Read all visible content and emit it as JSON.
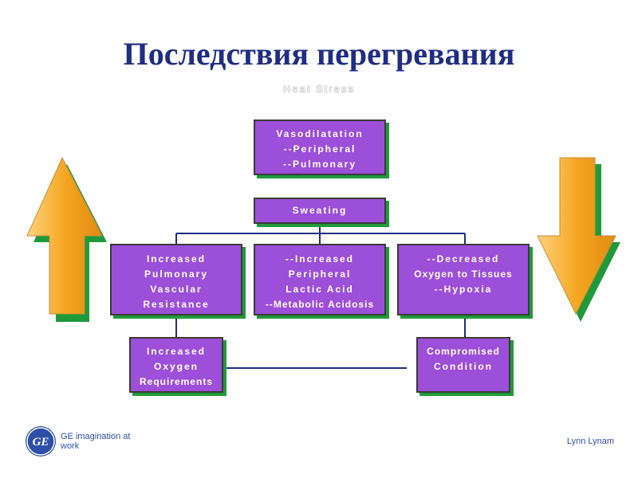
{
  "title": "Последствия перегревания",
  "subtitle": "Heat Stress",
  "nodes": {
    "vasodilatation": [
      "Vasodilatation",
      "--Peripheral",
      "--Pulmonary"
    ],
    "sweating": [
      "Sweating"
    ],
    "pulmonary": [
      "Increased",
      "Pulmonary",
      "Vascular",
      "Resistance"
    ],
    "lactic": [
      "--Increased",
      "Peripheral",
      "Lactic Acid",
      "--Metabolic Acidosis"
    ],
    "hypoxia": [
      "--Decreased",
      "Oxygen to Tissues",
      "--Hypoxia"
    ],
    "oxygen_req": [
      "Increased",
      "Oxygen",
      "Requirements"
    ],
    "compromised": [
      "Compromised",
      "Condition"
    ]
  },
  "footer": {
    "logo_text": "GE imagination at work",
    "logo_mark": "GE",
    "author": "Lynn Lynam"
  },
  "colors": {
    "title": "#1f2e82",
    "box_fill": "#9c4fd8",
    "box_shadow": "#1f9a3a",
    "connector": "#1f2e82",
    "arrow_fill": "#f5a623"
  }
}
